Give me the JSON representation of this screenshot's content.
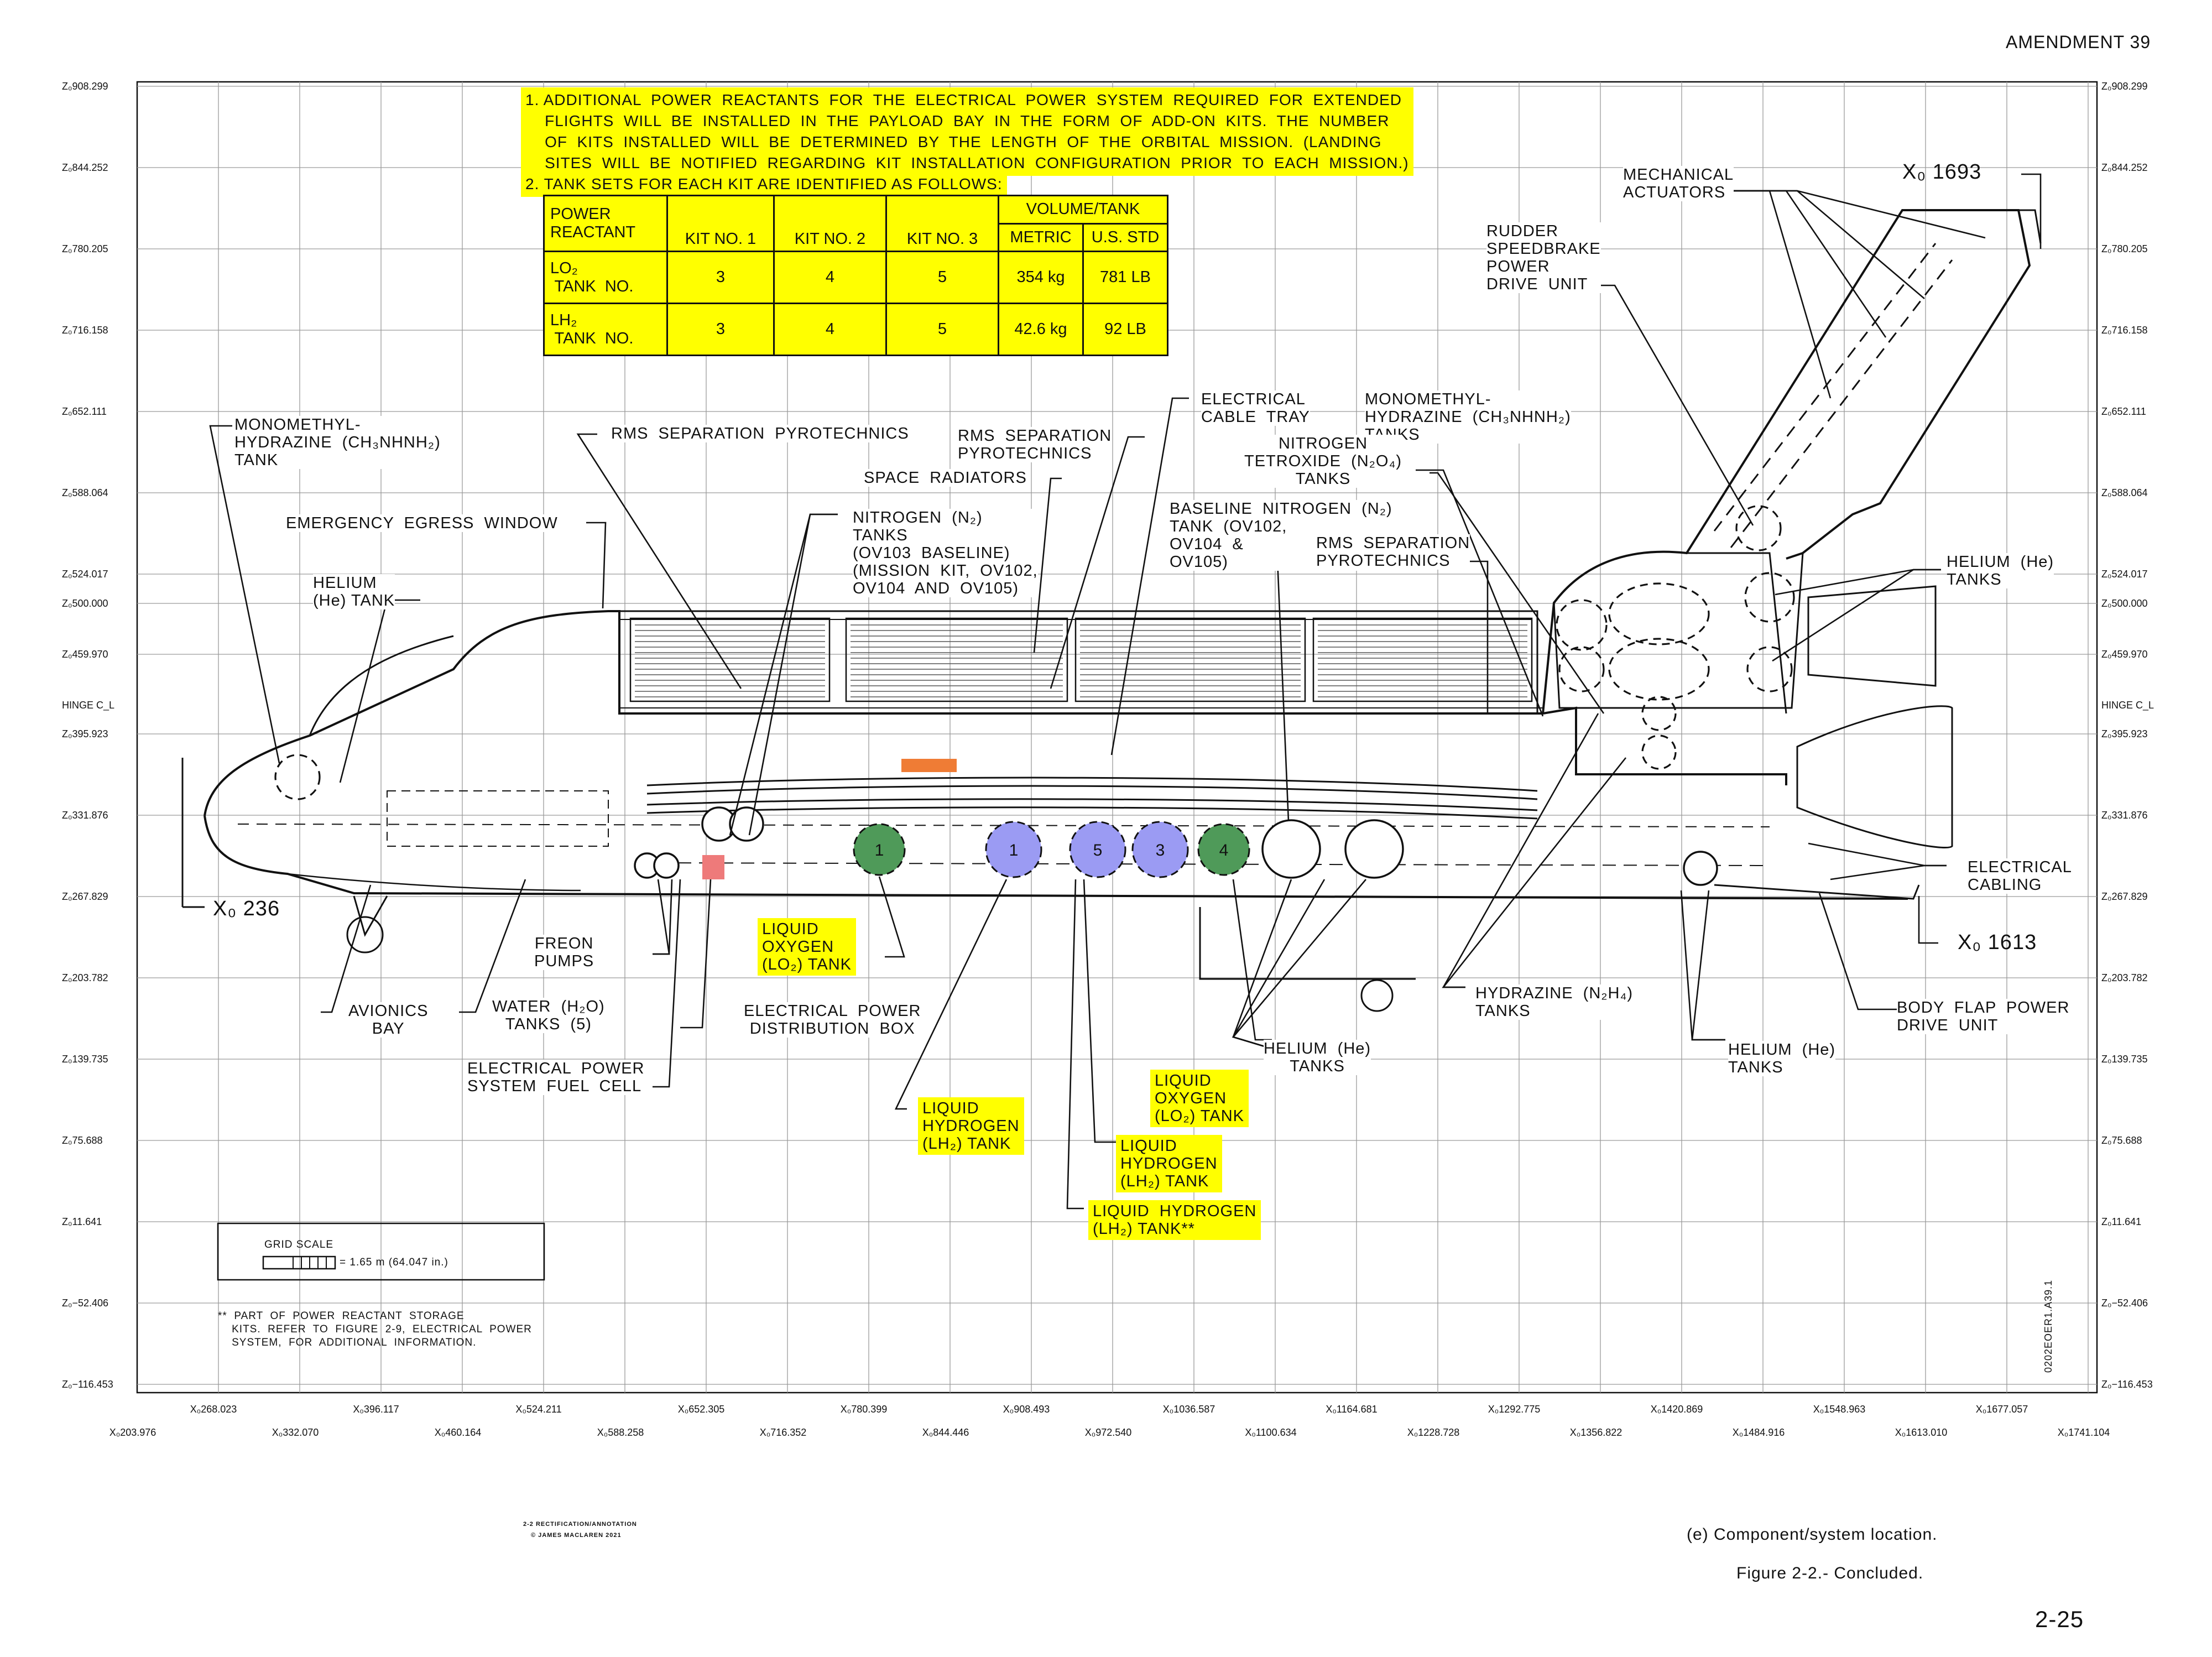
{
  "header": {
    "amendment": "AMENDMENT  39",
    "page_number": "2-25"
  },
  "caption": {
    "line1": "(e)  Component/system  location.",
    "line2": "Figure  2-2.-  Concluded."
  },
  "credit": {
    "line1": "2-2 RECTIFICATION/ANNOTATION",
    "line2": "© JAMES MACLAREN 2021"
  },
  "side_code": "0202EOER1.A39.1",
  "z_axis": [
    "Z₀908.299",
    "Z₀844.252",
    "Z₀780.205",
    "Z₀716.158",
    "Z₀652.111",
    "Z₀588.064",
    "Z₀524.017",
    "Z₀500.000",
    "Z₀459.970",
    "HINGE  C_L",
    "Z₀395.923",
    "Z₀331.876",
    "Z₀267.829",
    "Z₀203.782",
    "Z₀139.735",
    "Z₀75.688",
    "Z₀11.641",
    "Z₀−52.406",
    "Z₀−116.453"
  ],
  "x_axis_upper": [
    "X₀268.023",
    "X₀396.117",
    "X₀524.211",
    "X₀652.305",
    "X₀780.399",
    "X₀908.493",
    "X₀1036.587",
    "X₀1164.681",
    "X₀1292.775",
    "X₀1420.869",
    "X₀1548.963",
    "X₀1677.057"
  ],
  "x_axis_lower": [
    "X₀203.976",
    "X₀332.070",
    "X₀460.164",
    "X₀588.258",
    "X₀716.352",
    "X₀844.446",
    "X₀972.540",
    "X₀1100.634",
    "X₀1228.728",
    "X₀1356.822",
    "X₀1484.916",
    "X₀1613.010",
    "X₀1741.104"
  ],
  "station_marks": {
    "x236": "X₀  236",
    "x1613": "X₀  1613",
    "x1693": "X₀  1693"
  },
  "notes": {
    "n1": "1. ADDITIONAL  POWER  REACTANTS  FOR  THE  ELECTRICAL  POWER  SYSTEM  REQUIRED  FOR  EXTENDED\n    FLIGHTS  WILL  BE  INSTALLED  IN  THE  PAYLOAD  BAY  IN  THE  FORM  OF  ADD-ON  KITS.  THE  NUMBER\n    OF  KITS  INSTALLED  WILL  BE  DETERMINED  BY  THE  LENGTH  OF  THE  ORBITAL  MISSION.  (LANDING\n    SITES  WILL  BE  NOTIFIED  REGARDING  KIT  INSTALLATION  CONFIGURATION  PRIOR  TO  EACH  MISSION.)",
    "n2": "2.  TANK  SETS  FOR  EACH  KIT  ARE  IDENTIFIED  AS  FOLLOWS:"
  },
  "kit_table": {
    "h_reactant": "POWER\nREACTANT",
    "h_kit1": "KIT  NO. 1",
    "h_kit2": "KIT  NO.  2",
    "h_kit3": "KIT  NO.  3",
    "h_volume": "VOLUME/TANK",
    "h_metric": "METRIC",
    "h_us": "U.S.  STD",
    "r1_label": "LO₂\n TANK  NO.",
    "r1_k1": "3",
    "r1_k2": "4",
    "r1_k3": "5",
    "r1_metric": "354  kg",
    "r1_us": "781 LB",
    "r2_label": "LH₂\n TANK  NO.",
    "r2_k1": "3",
    "r2_k2": "4",
    "r2_k3": "5",
    "r2_metric": "42.6  kg",
    "r2_us": "92  LB"
  },
  "grid_scale": {
    "title": "GRID  SCALE",
    "value": "= 1.65  m  (64.047  in.)"
  },
  "footnote": "**  PART  OF  POWER  REACTANT  STORAGE\n    KITS.  REFER  TO  FIGURE  2-9,  ELECTRICAL  POWER\n    SYSTEM,  FOR  ADDITIONAL  INFORMATION.",
  "tank_numbers": {
    "lo2_a": "1",
    "lh2_a": "1",
    "lh2_b": "5",
    "lh2_c": "3",
    "lo2_b": "4"
  },
  "colors": {
    "lo2": "#4f9a59",
    "lh2": "#9b9bf3",
    "highlight": "#ffff00",
    "cable_tray": "#ef7c35",
    "fuel_cell": "#ee7a7a"
  },
  "labels": {
    "mmh_tank": "MONOMETHYL-\nHYDRAZINE  (CH₃NHNH₂)\nTANK",
    "rms_pyro_1": "RMS  SEPARATION  PYROTECHNICS",
    "rms_pyro_2": "RMS  SEPARATION\nPYROTECHNICS",
    "space_radiators": "SPACE  RADIATORS",
    "elec_cable_tray": "ELECTRICAL\nCABLE  TRAY",
    "mmh_tanks": "MONOMETHYL-\nHYDRAZINE  (CH₃NHNH₂)\nTANKS",
    "n2o4_tanks": "NITROGEN\nTETROXIDE  (N₂O₄)\nTANKS",
    "mech_actuators": "MECHANICAL\nACTUATORS",
    "rudder_pdu": "RUDDER\nSPEEDBRAKE\nPOWER\nDRIVE  UNIT",
    "egress_window": "EMERGENCY  EGRESS  WINDOW",
    "helium_tank": "HELIUM\n(He) TANK",
    "n2_tanks": "NITROGEN  (N₂)\nTANKS\n(OV103  BASELINE)\n(MISSION  KIT,  OV102,\nOV104  AND  OV105)",
    "baseline_n2": "BASELINE  NITROGEN  (N₂)\nTANK  (OV102,\nOV104  &\nOV105)",
    "rms_pyro_3": "RMS  SEPARATION\nPYROTECHNICS",
    "helium_tanks_aft": "HELIUM  (He)\nTANKS",
    "elec_cabling": "ELECTRICAL\nCABLING",
    "freon_pumps": "FREON\nPUMPS",
    "lo2_tank_1": "LIQUID\nOXYGEN\n(LO₂) TANK",
    "avionics_bay": "AVIONICS\nBAY",
    "water_tanks": "WATER  (H₂O)\nTANKS  (5)",
    "epdb": "ELECTRICAL  POWER\nDISTRIBUTION  BOX",
    "eps_fuel_cell": "ELECTRICAL  POWER\nSYSTEM  FUEL  CELL",
    "lh2_tank_1": "LIQUID\nHYDROGEN\n(LH₂) TANK",
    "helium_tanks_mid": "HELIUM  (He)\nTANKS",
    "lo2_tank_2": "LIQUID\nOXYGEN\n(LO₂) TANK",
    "lh2_tank_2": "LIQUID\nHYDROGEN\n(LH₂) TANK",
    "lh2_tank_3": "LIQUID  HYDROGEN\n(LH₂) TANK**",
    "hydrazine_tanks": "HYDRAZINE  (N₂H₄)\nTANKS",
    "helium_tanks_right": "HELIUM  (He)\nTANKS",
    "body_flap_pdu": "BODY  FLAP  POWER\nDRIVE  UNIT"
  }
}
